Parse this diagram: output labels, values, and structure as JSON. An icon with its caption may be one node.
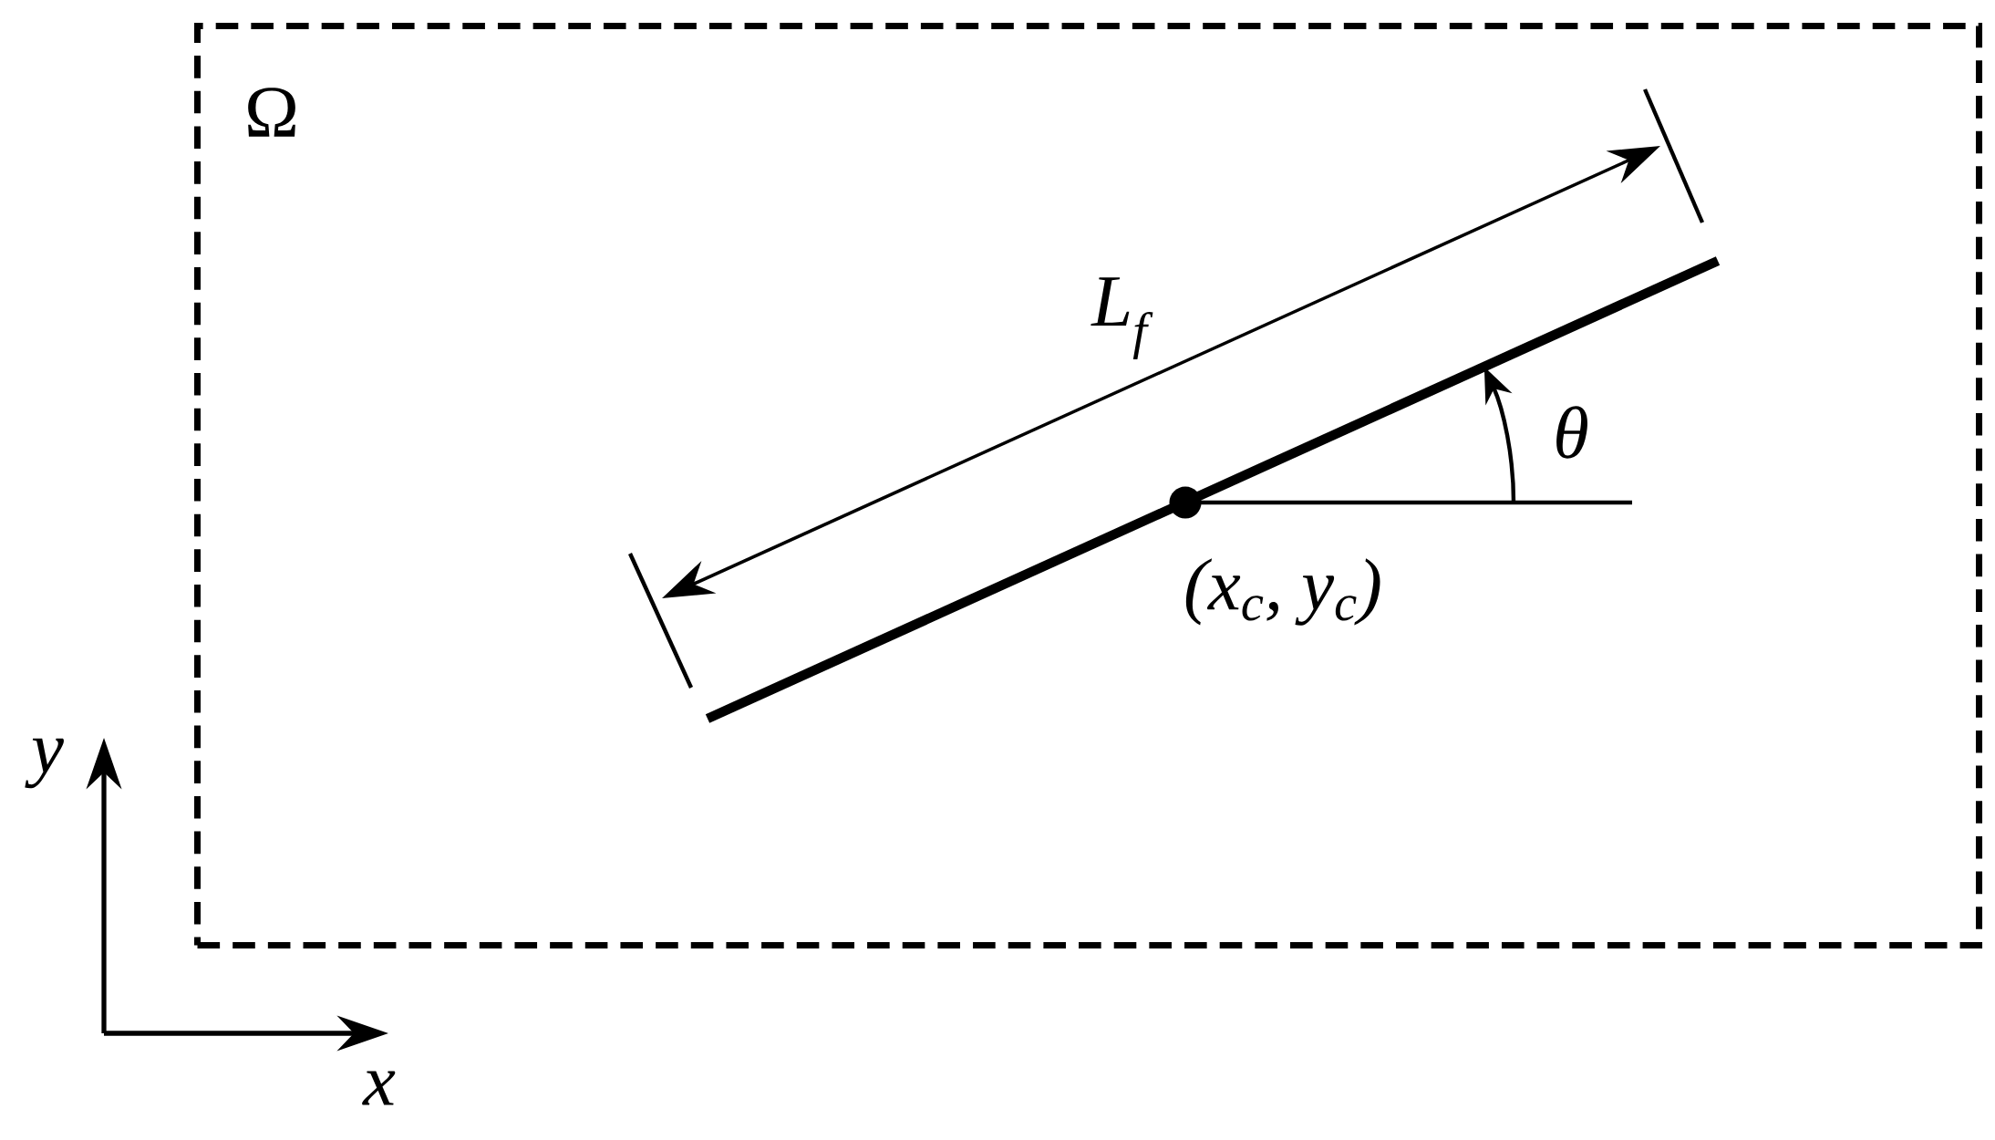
{
  "diagram": {
    "nodes": [
      {
        "text": [
          "Ω"
        ]
      }
    ],
    "labels": [
      "L$_{f}$",
      "θ",
      "(x$_{c}$, y$_{c}$)",
      "y",
      "x"
    ]
  }
}
